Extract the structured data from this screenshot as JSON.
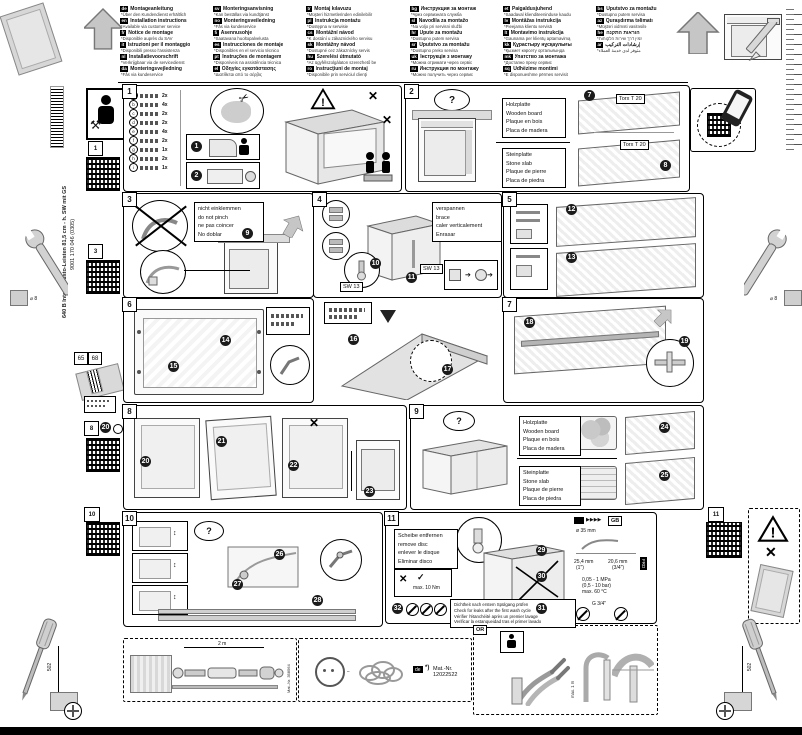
{
  "document": {
    "model": "640 B Integr. Kusto-Leisten 81,5 cm - h. SW mit GS",
    "part_code": "9001 170 046 (0305)"
  },
  "header": {
    "columns": [
      [
        {
          "tag": "de",
          "title": "Montageanleitung",
          "note": "*Über den Kundendienst erhältlich"
        },
        {
          "tag": "en",
          "title": "Installation instructions",
          "note": "*Available via customer service"
        },
        {
          "tag": "fr",
          "title": "Notice de montage",
          "note": "*Disponible auprès du SAV"
        },
        {
          "tag": "it",
          "title": "Istruzioni per il montaggio",
          "note": "*Disponibili presso l'assistenza"
        },
        {
          "tag": "nl",
          "title": "Installatievoorschrift",
          "note": "*Verkrijgbaar via de servicedienst"
        },
        {
          "tag": "da",
          "title": "Monteringsvejledning",
          "note": "*Fås via kundeservice"
        }
      ],
      [
        {
          "tag": "sv",
          "title": "Monteringsanvisning",
          "note": "*Kan beställas via kundtjänst"
        },
        {
          "tag": "no",
          "title": "Monteringsveiledning",
          "note": "*Fås via kundeservice"
        },
        {
          "tag": "fi",
          "title": "Asennusohje",
          "note": "*Saatavana huoltopalvelusta"
        },
        {
          "tag": "es",
          "title": "Instrucciones de montaje",
          "note": "*Disponibles en el servicio técnico"
        },
        {
          "tag": "pt",
          "title": "Instruções de montagem",
          "note": "*Disponíveis na assistência técnica"
        },
        {
          "tag": "el",
          "title": "Οδηγίες εγκατάστασης",
          "note": "*Διατίθεται από το σέρβις"
        }
      ],
      [
        {
          "tag": "tr",
          "title": "Montaj kılavuzu",
          "note": "*Müşteri hizmetlerinden edinilebilir"
        },
        {
          "tag": "pl",
          "title": "Instrukcja montażu",
          "note": "*Dostępna w serwisie"
        },
        {
          "tag": "cs",
          "title": "Montážní návod",
          "note": "*K dostání u zákaznického servisu"
        },
        {
          "tag": "sk",
          "title": "Montážny návod",
          "note": "*Dostupné cez zákaznícky servis"
        },
        {
          "tag": "hu",
          "title": "Szerelési útmutató",
          "note": "*Az ügyfélszolgálaton szerezhető be"
        },
        {
          "tag": "ro",
          "title": "Instrucţiuni de montaj",
          "note": "*Disponibile prin serviciul clienţi"
        }
      ],
      [
        {
          "tag": "bg",
          "title": "Инструкция за монтаж",
          "note": "*Чрез сервизната служба"
        },
        {
          "tag": "sl",
          "title": "Navodila za montažo",
          "note": "*Na voljo pri servisni službi"
        },
        {
          "tag": "hr",
          "title": "Upute za montažu",
          "note": "*Dostupno putem servisa"
        },
        {
          "tag": "sr",
          "title": "Uputstvo za montažu",
          "note": "*Dostupno preko servisa"
        },
        {
          "tag": "uk",
          "title": "Інструкція з монтажу",
          "note": "*Можна отримати через сервіс"
        },
        {
          "tag": "ru",
          "title": "Инструкция по монтажу",
          "note": "*Можно получить через сервис"
        }
      ],
      [
        {
          "tag": "et",
          "title": "Paigaldusjuhend",
          "note": "*Saadaval klienditeeninduse kaudu"
        },
        {
          "tag": "lv",
          "title": "Montāžas instrukcija",
          "note": "*Pieejama klientu servisā"
        },
        {
          "tag": "lt",
          "title": "Montavimo instrukcija",
          "note": "*Gaunama per klientų aptarnavimą"
        },
        {
          "tag": "kk",
          "title": "Құрастыру нұсқаулығы",
          "note": "*Қызмет көрсету орталығында"
        },
        {
          "tag": "mk",
          "title": "Упатство за монтажа",
          "note": "*Достапно преку сервис"
        },
        {
          "tag": "sq",
          "title": "Udhëzime montimi",
          "note": "*E disponueshme përmes servisit"
        }
      ],
      [
        {
          "tag": "bs",
          "title": "Uputstvo za montažu",
          "note": "*Dostupno putem servisa"
        },
        {
          "tag": "az",
          "title": "Quraşdırma təlimatı",
          "note": "*Müştəri xidməti vasitəsilə"
        },
        {
          "tag": "he",
          "title": "הוראות התקנה",
          "note": "*זמין דרך שירות הלקוחות"
        },
        {
          "tag": "ar",
          "title": "إرشادات التركيب",
          "note": "*متوفر لدى خدمة العملاء"
        }
      ]
    ]
  },
  "margins": {
    "tab1": "1",
    "tab3": "3",
    "tab8": "8",
    "tab10": "10",
    "tab11": "11",
    "badge20": "20",
    "box_a": "65",
    "box_b": "68",
    "dim_left": "502",
    "dim_right": "502"
  },
  "panels": {
    "p1": {
      "tab": "1",
      "steps": [
        "1",
        "2"
      ],
      "parts": [
        {
          "letter": "a",
          "count": "2x"
        },
        {
          "letter": "b",
          "count": "4x"
        },
        {
          "letter": "c",
          "count": "2x"
        },
        {
          "letter": "d",
          "count": "2x"
        },
        {
          "letter": "e",
          "count": "4x"
        },
        {
          "letter": "f",
          "count": "2x"
        },
        {
          "letter": "g",
          "count": "1x"
        },
        {
          "letter": "h",
          "count": "2x"
        },
        {
          "letter": "i",
          "count": "1x"
        }
      ]
    },
    "p2": {
      "tab": "2",
      "steps": [
        "7",
        "8"
      ],
      "torx1": "Torx T 20",
      "torx2": "Torx T 20",
      "wood": [
        "Holzplatte",
        "Wooden board",
        "Plaque en bois",
        "Placa de madera"
      ],
      "stone": [
        "Steinplatte",
        "Stone slab",
        "Plaque de pierre",
        "Placa de piedra"
      ],
      "question": "?"
    },
    "p3": {
      "tab": "3",
      "steps": [
        "9"
      ],
      "note": [
        "nicht einklemmen",
        "do not pinch",
        "ne pas coincer",
        "No doblar"
      ]
    },
    "p4": {
      "tab": "4",
      "steps": [
        "10",
        "11"
      ],
      "note": [
        "verspannen",
        "brace",
        "caler verticalement",
        "Enrasar"
      ],
      "sw1": "SW 13",
      "sw2": "SW 13"
    },
    "p5": {
      "tab": "5",
      "steps": [
        "12",
        "13"
      ]
    },
    "p6": {
      "tab": "6",
      "steps": [
        "14",
        "15"
      ]
    },
    "mid": {
      "steps": [
        "16",
        "17"
      ]
    },
    "p7": {
      "tab": "7",
      "steps": [
        "18",
        "19"
      ]
    },
    "p8": {
      "tab": "8",
      "steps": [
        "20",
        "21",
        "22",
        "23"
      ]
    },
    "p9": {
      "tab": "9",
      "steps": [
        "24",
        "25"
      ],
      "question": "?",
      "wood": [
        "Holzplatte",
        "Wooden board",
        "Plaque en bois",
        "Placa de madera"
      ],
      "stone": [
        "Steinplatte",
        "Stone slab",
        "Plaque de pierre",
        "Placa de piedra"
      ]
    },
    "p10": {
      "tab": "10",
      "steps": [
        "26",
        "27",
        "28"
      ],
      "question": "?"
    },
    "p11": {
      "tab": "11",
      "steps": [
        "29",
        "30",
        "31"
      ],
      "leak_badge": "32",
      "note_disc": [
        "Scheibe entfernen",
        "remove disc",
        "enlever le disque",
        "Eliminar disco"
      ],
      "check": "✓",
      "max_torque": "max. 10 Nm",
      "gb": "GB",
      "arrows": "▶▶▶▶",
      "dia": "ø 35 mm",
      "d1": "25,4 mm",
      "d1b": "(1\")",
      "d2": "20,6 mm",
      "d2b": "(3/4\")",
      "frd": "FRD",
      "pressure": "0,05 - 1 MPa",
      "pressure2": "(0,5 - 10 bar)",
      "temp": "max. 60 °C",
      "g34": "G 3/4\"",
      "leak": [
        "Dichtheit nach erstem Spülgang prüfen",
        "Check for leaks after the first wash cycle",
        "Vérifier l'étanchéité après un premier lavage",
        "Verificar la estanqueidad tras el primer lavado"
      ]
    }
  },
  "bottom": {
    "hose_matnr": "Mat.-Nr. 358564",
    "hose_dim": "2 m",
    "chip": "de",
    "footnote": "*)",
    "matnr": "Mat.-Nr. 12022522",
    "or": "OR",
    "or_dim": "max. 1 m"
  }
}
